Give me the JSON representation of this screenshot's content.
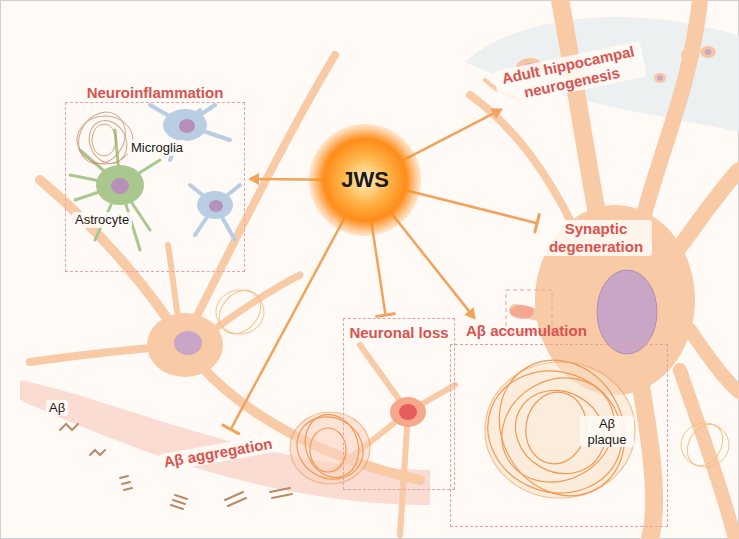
{
  "diagram": {
    "nodes": [
      {
        "text": [
          "JWS"
        ]
      },
      {
        "text": [
          "Neuroinflammation"
        ]
      },
      {
        "text": [
          "Adult hippocampal neurogenesis"
        ]
      },
      {
        "text": [
          "Synaptic degeneration"
        ]
      },
      {
        "text": [
          "Neuronal loss"
        ]
      },
      {
        "text": [
          "Aβ accumulation"
        ]
      },
      {
        "text": [
          "Aβ aggregation"
        ]
      }
    ],
    "edges": [
      {
        "from": 0,
        "to": 1,
        "arrow": "to"
      },
      {
        "from": 0,
        "to": 2,
        "arrow": "to"
      },
      {
        "from": 0,
        "to": 3,
        "arrow": "to"
      },
      {
        "from": 0,
        "to": 4,
        "arrow": "to"
      },
      {
        "from": 0,
        "to": 5,
        "arrow": "to"
      },
      {
        "from": 0,
        "to": 6,
        "arrow": "to"
      }
    ],
    "labels": [
      "Microglia",
      "Astrocyte",
      "Aβ",
      "Aβ plaque"
    ]
  }
}
